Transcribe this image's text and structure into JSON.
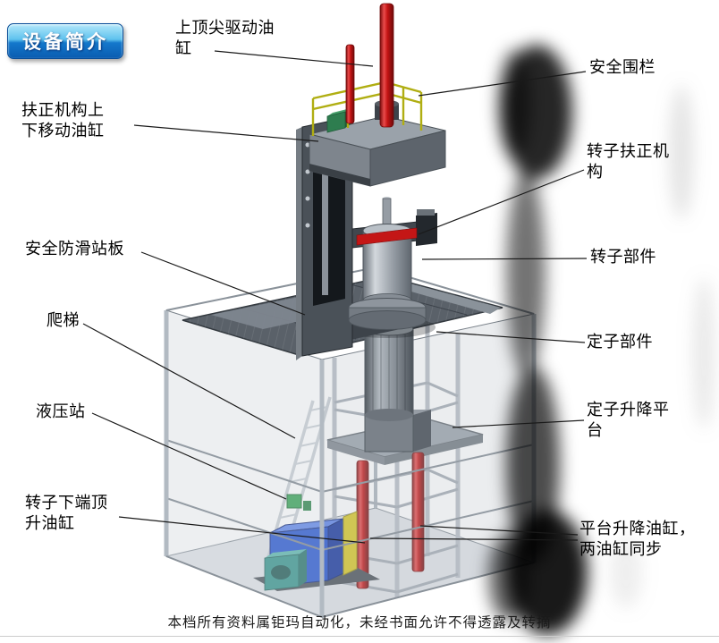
{
  "slide": {
    "badge_label": "设备简介",
    "footer_note": "本档所有资料属钜玛自动化，未经书面允许不得透露及转摘"
  },
  "callouts": {
    "top_drive_cylinder": "上顶尖驱动油缸",
    "fence": "安全围栏",
    "straightener_cylinder": "扶正机构上下移动油缸",
    "rotor_straightener": "转子扶正机构",
    "anti_slip_board": "安全防滑站板",
    "rotor_part": "转子部件",
    "ladder": "爬梯",
    "stator_part": "定子部件",
    "hydraulic_station": "液压站",
    "stator_lift_platform": "定子升降平台",
    "rotor_bottom_jack": "转子下端顶升油缸",
    "platform_lift_cylinders": "平台升降油缸，两油缸同步"
  },
  "colors": {
    "badge_blue": "#1478cc",
    "cylinder_red": "#c41616",
    "fence_yellow": "#b0ae12",
    "hydraulic_blue": "#1f4fd0",
    "frame_gray": "#5a6169"
  }
}
